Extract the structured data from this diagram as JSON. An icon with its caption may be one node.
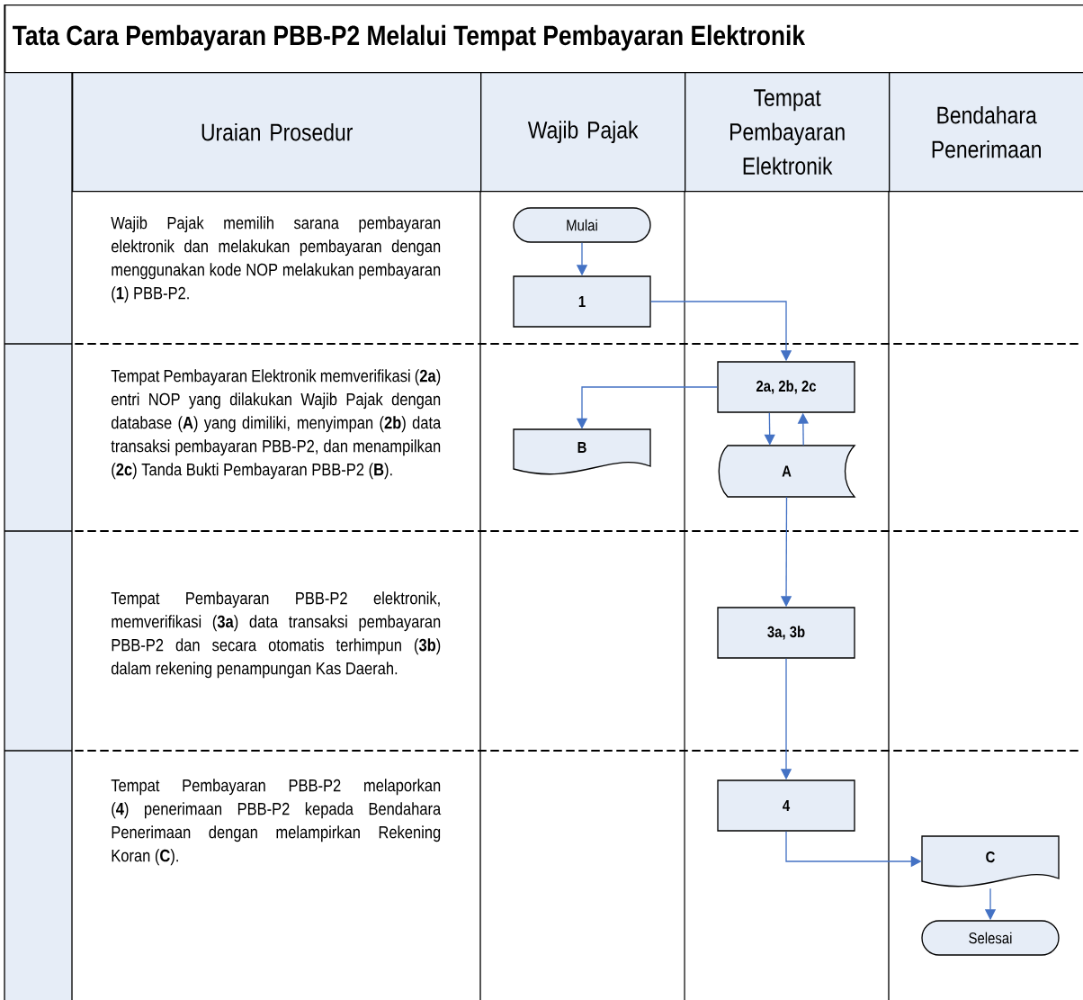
{
  "diagram": {
    "title": "Tata Cara Pembayaran PBB-P2 Melalui Tempat Pembayaran Elektronik",
    "nodes": [
      {
        "text": [
          "Mulai"
        ]
      },
      {
        "text": [
          "1"
        ]
      },
      {
        "text": [
          "2a, 2b, 2c"
        ]
      },
      {
        "text": [
          "B"
        ]
      },
      {
        "text": [
          "A"
        ]
      },
      {
        "text": [
          "3a, 3b"
        ]
      },
      {
        "text": [
          "4"
        ]
      },
      {
        "text": [
          "C"
        ]
      },
      {
        "text": [
          "Selesai"
        ]
      }
    ],
    "edges": [
      {
        "from": 0,
        "to": 1,
        "arrow": "to"
      },
      {
        "from": 1,
        "to": 2,
        "arrow": "to"
      },
      {
        "from": 2,
        "to": 3,
        "arrow": "to"
      },
      {
        "from": 2,
        "to": 4,
        "arrow": "to"
      },
      {
        "from": 4,
        "to": 2,
        "arrow": "to"
      },
      {
        "from": 4,
        "to": 5,
        "arrow": "to"
      },
      {
        "from": 5,
        "to": 6,
        "arrow": "to"
      },
      {
        "from": 6,
        "to": 7,
        "arrow": "to"
      },
      {
        "from": 7,
        "to": 8,
        "arrow": "to"
      }
    ],
    "labels": [
      "Uraian Prosedur",
      "Wajib Pajak",
      "Tempat Pembayaran Elektronik",
      "Bendahara Penerimaan",
      "Wajib Pajak memilih sarana pembayaran elektronik dan melakukan pembayaran dengan menggunakan kode NOP melakukan pembayaran (**1**) PBB-P2.",
      "Tempat Pembayaran Elektronik memverifikasi (**2a**) entri NOP yang dilakukan Wajib Pajak dengan database (**A**) yang dimiliki, menyimpan (**2b**) data transaksi pembayaran PBB-P2, dan menampilkan (**2c**) Tanda Bukti Pembayaran PBB-P2 (**B**).",
      "Tempat Pembayaran PBB-P2 elektronik, memverifikasi (**3a**) data transaksi pembayaran PBB-P2 dan secara otomatis terhimpun (**3b**) dalam rekening penampungan Kas Daerah.",
      "Tempat Pembayaran PBB-P2 melaporkan (**4**) penerimaan PBB-P2 kepada Bendahara Penerimaan dengan melampirkan Rekening Koran (**C**)."
    ]
  }
}
